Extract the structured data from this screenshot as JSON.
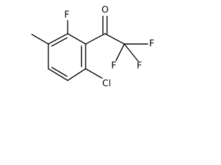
{
  "atoms": {
    "fluoro_ring": "F",
    "oxygen": "O",
    "fluoro_cf3_right": "F",
    "fluoro_cf3_left": "F",
    "fluoro_cf3_bottom": "F",
    "chloro": "Cl"
  },
  "colors": {
    "bond": "#000000",
    "label": "#000000",
    "background": "#ffffff"
  }
}
